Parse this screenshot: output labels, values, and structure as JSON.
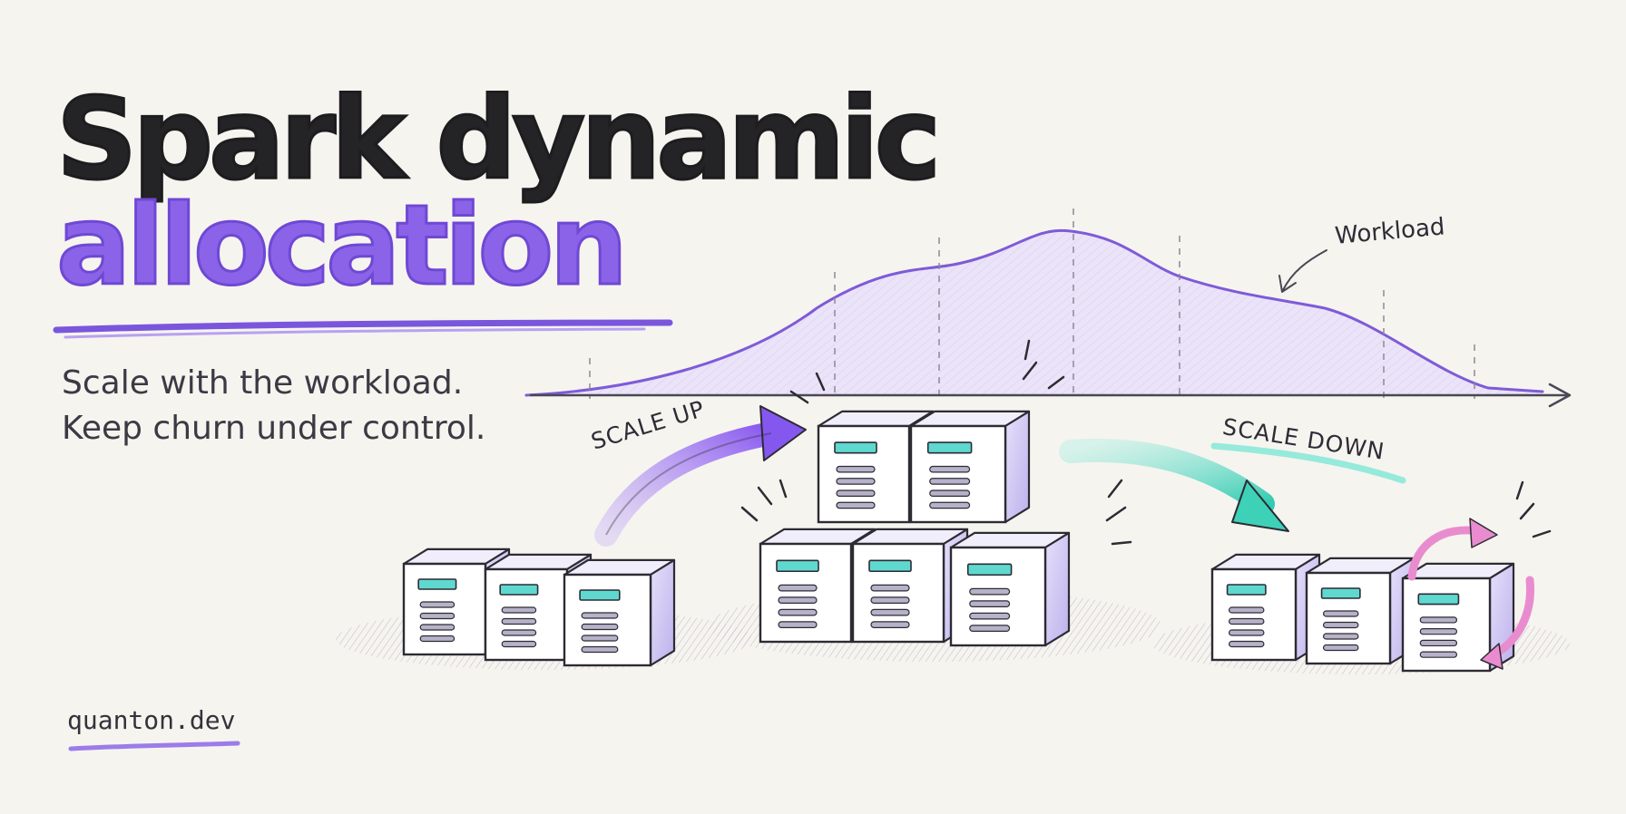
{
  "title": {
    "line1": "Spark dynamic",
    "line2": "allocation"
  },
  "subtitle": {
    "line1": "Scale with the workload.",
    "line2": "Keep churn under control."
  },
  "labels": {
    "workload": "Workload",
    "scale_up": "SCALE UP",
    "scale_down": "SCALE DOWN"
  },
  "brand": "quanton.dev",
  "colors": {
    "background": "#f6f4ef",
    "ink": "#242326",
    "accent_purple": "#8b63e8",
    "accent_teal": "#52dcc6",
    "accent_pink": "#e98ccf",
    "server_face": "#ffffff",
    "server_side": "#cfc6f0",
    "server_screen": "#5fd9cf"
  },
  "illustration": {
    "server_groups": [
      {
        "name": "before",
        "count": 3
      },
      {
        "name": "peak",
        "count": 5
      },
      {
        "name": "after",
        "count": 3
      }
    ],
    "icons": [
      "workload-curve",
      "scale-up-arrow",
      "scale-down-arrow",
      "churn-cycle-icon"
    ]
  }
}
